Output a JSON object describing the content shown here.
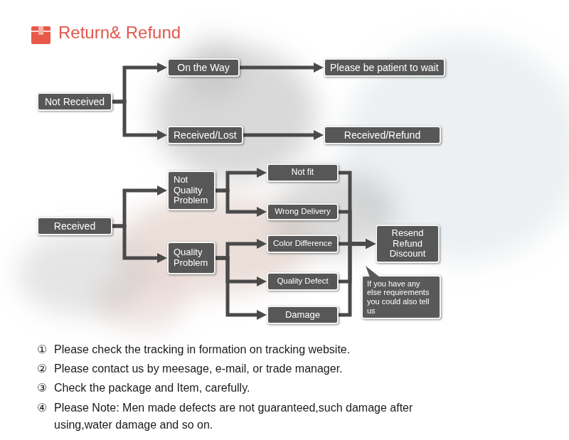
{
  "diagram": {
    "title": "Return& Refund",
    "nodes": [
      {
        "text": [
          "Not Received"
        ]
      },
      {
        "text": [
          "On the Way"
        ]
      },
      {
        "text": [
          "Please be patient to wait"
        ]
      },
      {
        "text": [
          "Received/Lost"
        ]
      },
      {
        "text": [
          "Received/Refund"
        ]
      },
      {
        "text": [
          "Received"
        ]
      },
      {
        "text": [
          "Not Quality Problem"
        ]
      },
      {
        "text": [
          "Quality Problem"
        ]
      },
      {
        "text": [
          "Not fit"
        ]
      },
      {
        "text": [
          "Wrong Delivery"
        ]
      },
      {
        "text": [
          "Color Difference"
        ]
      },
      {
        "text": [
          "Quality Defect"
        ]
      },
      {
        "text": [
          "Damage"
        ]
      },
      {
        "text": [
          "Resend Refund Discount"
        ]
      },
      {
        "text": [
          "If you have any else requirements you could also tell us"
        ]
      }
    ],
    "edges": [
      {
        "from": 0,
        "to": 1,
        "arrow": "to"
      },
      {
        "from": 0,
        "to": 3,
        "arrow": "to"
      },
      {
        "from": 1,
        "to": 2,
        "arrow": "to"
      },
      {
        "from": 3,
        "to": 4,
        "arrow": "to"
      },
      {
        "from": 5,
        "to": 6,
        "arrow": "to"
      },
      {
        "from": 5,
        "to": 7,
        "arrow": "to"
      },
      {
        "from": 6,
        "to": 8,
        "arrow": "to"
      },
      {
        "from": 6,
        "to": 9,
        "arrow": "to"
      },
      {
        "from": 7,
        "to": 10,
        "arrow": "to"
      },
      {
        "from": 7,
        "to": 11,
        "arrow": "to"
      },
      {
        "from": 7,
        "to": 12,
        "arrow": "to"
      },
      {
        "from": 8,
        "to": 13,
        "arrow": "to"
      },
      {
        "from": 9,
        "to": 13,
        "arrow": "to"
      },
      {
        "from": 10,
        "to": 13,
        "arrow": "to"
      },
      {
        "from": 11,
        "to": 13,
        "arrow": "to"
      },
      {
        "from": 12,
        "to": 13,
        "arrow": "to"
      }
    ],
    "labels": [
      "①",
      "Please check the tracking in formation on tracking website.",
      "②",
      "Please contact us by meesage, e-mail, or trade manager.",
      "③",
      "Check the package and Item, carefully.",
      "④",
      "Please Note: Men made defects are not guaranteed,such damage after using,water damage and so on."
    ]
  }
}
